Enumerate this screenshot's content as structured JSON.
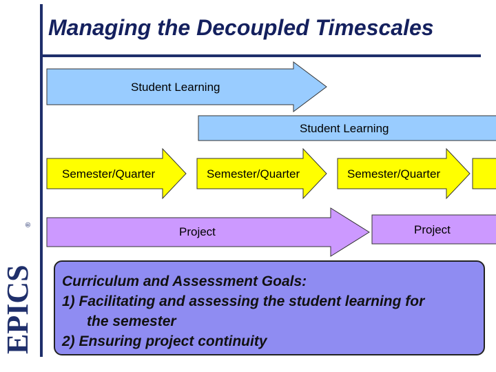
{
  "title": "Managing the Decoupled Timescales",
  "logo": {
    "text": "EPICS",
    "mark": "®"
  },
  "arrows": {
    "learning_1": "Student Learning",
    "learning_2": "Student Learning",
    "semester_1": "Semester/Quarter",
    "semester_2": "Semester/Quarter",
    "semester_3": "Semester/Quarter",
    "project_1": "Project",
    "project_2": "Project"
  },
  "goals": {
    "heading": "Curriculum and Assessment Goals:",
    "item_1": "1)  Facilitating and assessing the student learning for",
    "item_1_cont": "the semester",
    "item_2": "2)  Ensuring project continuity"
  },
  "colors": {
    "title": "#14205e",
    "learning_arrow": "#99ccff",
    "semester_arrow": "#ffff00",
    "project_arrow": "#cc99ff",
    "goals_box": "#8f8cf2",
    "rule": "#1f2f6b"
  }
}
